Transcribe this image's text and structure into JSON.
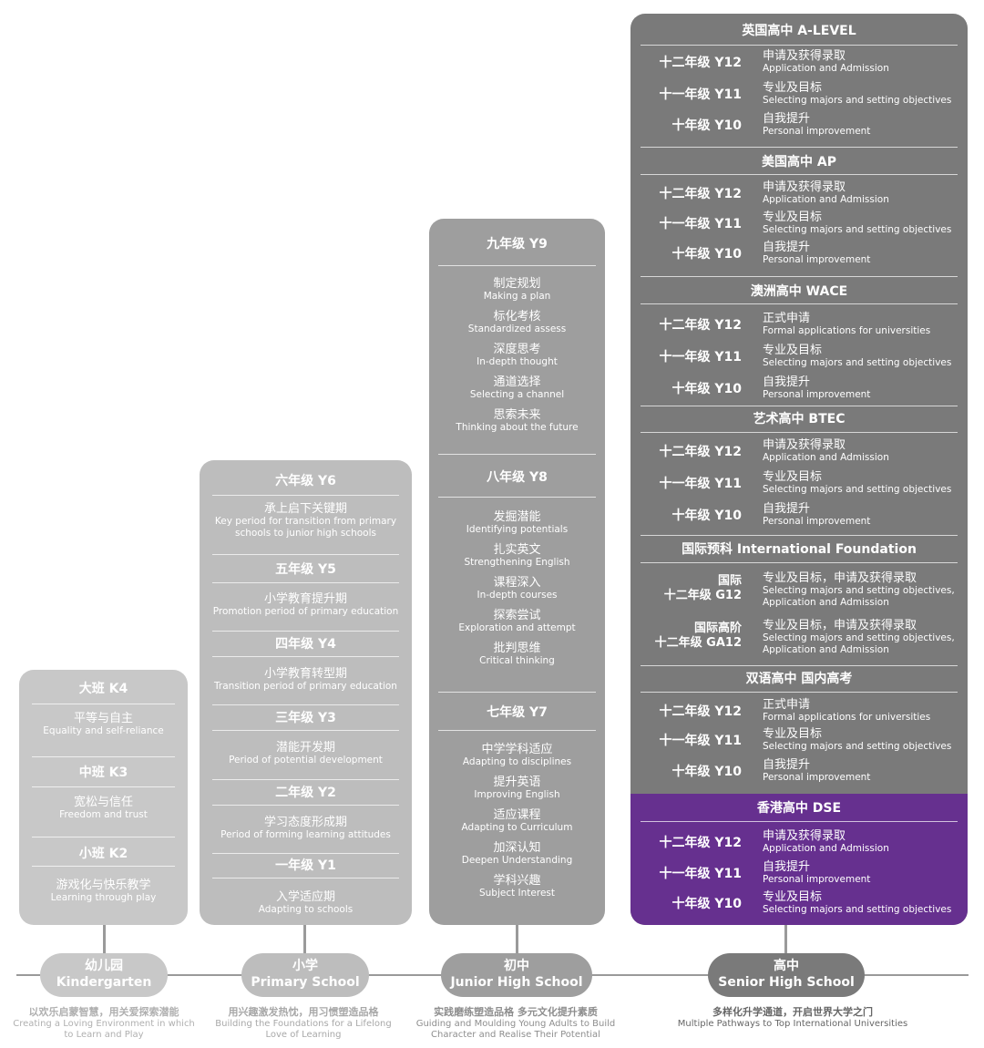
{
  "kindergarten": {
    "blocks": [
      {
        "title": "大班 K4",
        "items": [
          {
            "zh": "平等与自主",
            "en": "Equality and self-reliance"
          }
        ]
      },
      {
        "title": "中班 K3",
        "items": [
          {
            "zh": "宽松与信任",
            "en": "Freedom and trust"
          }
        ]
      },
      {
        "title": "小班 K2",
        "items": [
          {
            "zh": "游戏化与快乐教学",
            "en": "Learning through play"
          }
        ]
      }
    ],
    "stage_zh": "幼儿园",
    "stage_en": "Kindergarten",
    "caption_zh": "以欢乐启蒙智慧，用关爱探索潜能",
    "caption_en1": "Creating a Loving Environment in which",
    "caption_en2": "to Learn and Play"
  },
  "primary": {
    "blocks": [
      {
        "title": "六年级 Y6",
        "zh": "承上启下关键期",
        "en1": "Key period for transition from primary",
        "en2": "schools to junior high schools"
      },
      {
        "title": "五年级 Y5",
        "zh": "小学教育提升期",
        "en1": "Promotion period of primary education",
        "en2": ""
      },
      {
        "title": "四年级 Y4",
        "zh": "小学教育转型期",
        "en1": "Transition period of primary education",
        "en2": ""
      },
      {
        "title": "三年级 Y3",
        "zh": "潜能开发期",
        "en1": "Period of potential development",
        "en2": ""
      },
      {
        "title": "二年级 Y2",
        "zh": "学习态度形成期",
        "en1": "Period of forming learning attitudes",
        "en2": ""
      },
      {
        "title": "一年级 Y1",
        "zh": "入学适应期",
        "en1": "Adapting to schools",
        "en2": ""
      }
    ],
    "stage_zh": "小学",
    "stage_en": "Primary School",
    "caption_zh": "用兴趣激发热忱，用习惯塑造品格",
    "caption_en1": "Building the Foundations for a Lifelong",
    "caption_en2": "Love of Learning"
  },
  "junior": {
    "blocks": [
      {
        "title": "九年级 Y9",
        "items": [
          {
            "zh": "制定规划",
            "en": "Making a plan"
          },
          {
            "zh": "标化考核",
            "en": "Standardized assess"
          },
          {
            "zh": "深度思考",
            "en": "In-depth thought"
          },
          {
            "zh": "通道选择",
            "en": "Selecting a channel"
          },
          {
            "zh": "思索未来",
            "en": "Thinking about the future"
          }
        ]
      },
      {
        "title": "八年级 Y8",
        "items": [
          {
            "zh": "发掘潜能",
            "en": "Identifying potentials"
          },
          {
            "zh": "扎实英文",
            "en": "Strengthening English"
          },
          {
            "zh": "课程深入",
            "en": "In-depth courses"
          },
          {
            "zh": "探索尝试",
            "en": "Exploration and attempt"
          },
          {
            "zh": "批判思维",
            "en": "Critical thinking"
          }
        ]
      },
      {
        "title": "七年级 Y7",
        "items": [
          {
            "zh": "中学学科适应",
            "en": "Adapting to disciplines"
          },
          {
            "zh": "提升英语",
            "en": "Improving English"
          },
          {
            "zh": "适应课程",
            "en": "Adapting to Curriculum"
          },
          {
            "zh": "加深认知",
            "en": "Deepen Understanding"
          },
          {
            "zh": "学科兴趣",
            "en": "Subject Interest"
          }
        ]
      }
    ],
    "stage_zh": "初中",
    "stage_en": "Junior High School",
    "caption_zh": "实践磨练塑造品格 多元文化提升素质",
    "caption_en1": "Guiding and Moulding Young Adults to Build",
    "caption_en2": "Character and Realise Their Potential"
  },
  "senior": {
    "sections": [
      {
        "title": "英国高中  A-LEVEL",
        "rows": [
          {
            "grade": "十二年级 Y12",
            "zh": "申请及获得录取",
            "en": "Application and Admission"
          },
          {
            "grade": "十一年级 Y11",
            "zh": "专业及目标",
            "en": "Selecting majors and setting objectives"
          },
          {
            "grade": "十年级 Y10",
            "zh": "自我提升",
            "en": "Personal improvement"
          }
        ]
      },
      {
        "title": "美国高中  AP",
        "rows": [
          {
            "grade": "十二年级 Y12",
            "zh": "申请及获得录取",
            "en": "Application and Admission"
          },
          {
            "grade": "十一年级 Y11",
            "zh": "专业及目标",
            "en": "Selecting majors and setting objectives"
          },
          {
            "grade": "十年级 Y10",
            "zh": "自我提升",
            "en": "Personal improvement"
          }
        ]
      },
      {
        "title": "澳洲高中  WACE",
        "rows": [
          {
            "grade": "十二年级 Y12",
            "zh": "正式申请",
            "en": "Formal applications for universities"
          },
          {
            "grade": "十一年级 Y11",
            "zh": "专业及目标",
            "en": "Selecting majors and setting objectives"
          },
          {
            "grade": "十年级 Y10",
            "zh": "自我提升",
            "en": "Personal improvement"
          }
        ]
      },
      {
        "title": "艺术高中  BTEC",
        "rows": [
          {
            "grade": "十二年级 Y12",
            "zh": "申请及获得录取",
            "en": "Application and Admission"
          },
          {
            "grade": "十一年级 Y11",
            "zh": "专业及目标",
            "en": "Selecting majors and setting objectives"
          },
          {
            "grade": "十年级 Y10",
            "zh": "自我提升",
            "en": "Personal improvement"
          }
        ]
      }
    ],
    "foundation": {
      "title": "国际预科  International Foundation",
      "rows": [
        {
          "grade1": "国际",
          "grade2": "十二年级 G12",
          "zh": "专业及目标，申请及获得录取",
          "en1": "Selecting majors and setting objectives,",
          "en2": "Application and Admission"
        },
        {
          "grade1": "国际高阶",
          "grade2": "十二年级 GA12",
          "zh": "专业及目标，申请及获得录取",
          "en1": "Selecting majors and setting objectives,",
          "en2": "Application and Admission"
        }
      ]
    },
    "bilingual": {
      "title": "双语高中  国内高考",
      "rows": [
        {
          "grade": "十二年级 Y12",
          "zh": "正式申请",
          "en": "Formal applications for universities"
        },
        {
          "grade": "十一年级 Y11",
          "zh": "专业及目标",
          "en": "Selecting majors and setting objectives"
        },
        {
          "grade": "十年级 Y10",
          "zh": "自我提升",
          "en": "Personal improvement"
        }
      ]
    },
    "dse": {
      "title": "香港高中  DSE",
      "rows": [
        {
          "grade": "十二年级 Y12",
          "zh": "申请及获得录取",
          "en": "Application and Admission"
        },
        {
          "grade": "十一年级 Y11",
          "zh": "自我提升",
          "en": "Personal improvement"
        },
        {
          "grade": "十年级 Y10",
          "zh": "专业及目标",
          "en": "Selecting majors and setting objectives"
        }
      ]
    },
    "stage_zh": "高中",
    "stage_en": "Senior High School",
    "caption_zh": "多样化升学通道，开启世界大学之门",
    "caption_en1": "Multiple Pathways to Top International Universities"
  },
  "colors": {
    "dse_accent": "#66308f",
    "senior": "#7a7a7a",
    "junior": "#9e9e9e",
    "primary": "#bdbdbd",
    "kindergarten": "#c8c8c8"
  }
}
